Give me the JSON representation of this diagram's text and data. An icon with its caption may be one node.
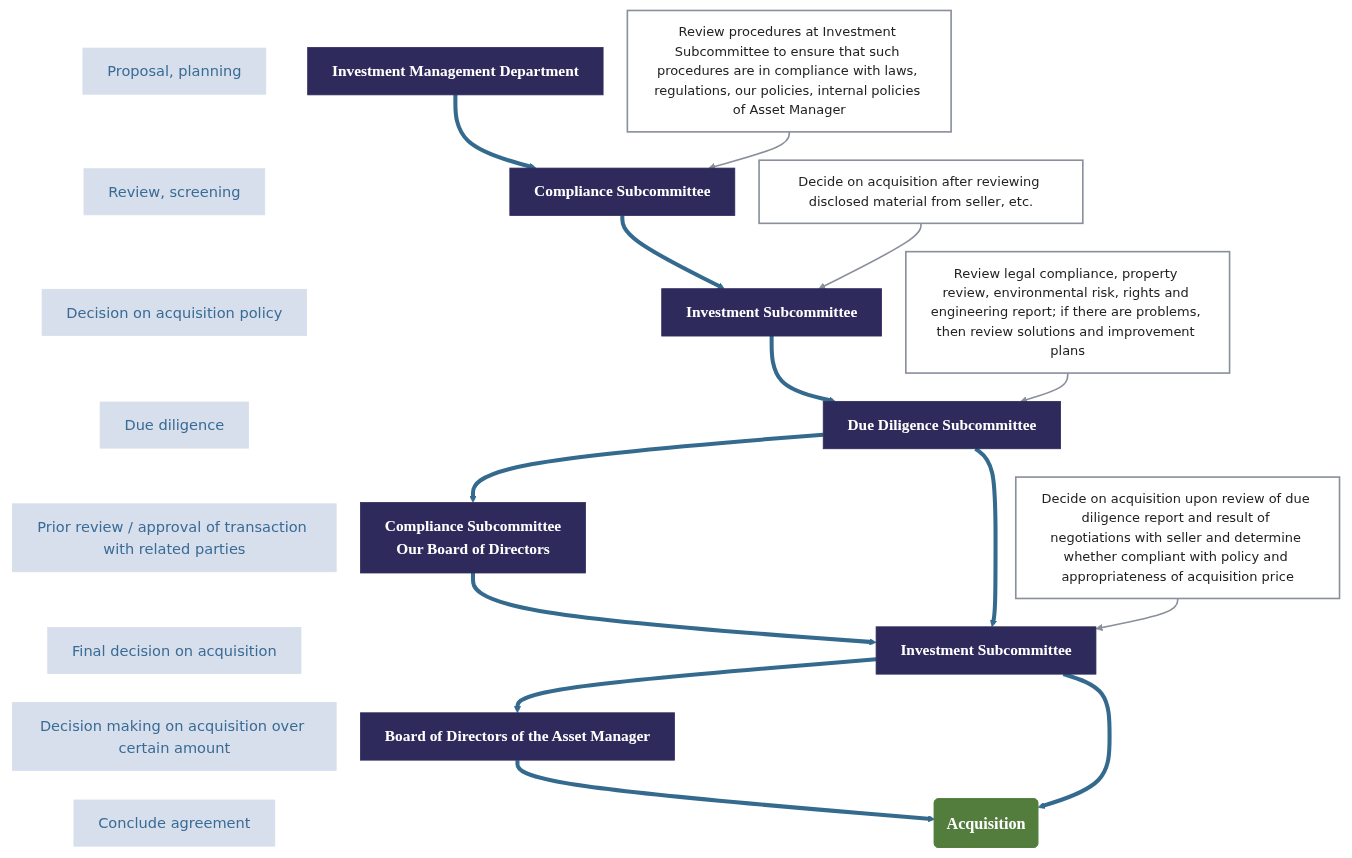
{
  "diagram": {
    "nodes": [
      {
        "text": [
          "Proposal, planning"
        ]
      },
      {
        "text": [
          "Investment Management Department"
        ]
      },
      {
        "text": [
          "Review procedures at Investment Subcommittee to ensure that such procedures are in compliance with laws, regulations, our policies, internal policies of Asset Manager"
        ]
      },
      {
        "text": [
          "Review, screening"
        ]
      },
      {
        "text": [
          "Compliance Subcommittee"
        ]
      },
      {
        "text": [
          "Decision on acquisition policy"
        ]
      },
      {
        "text": [
          "Investment Subcommittee"
        ]
      },
      {
        "text": [
          "Decide on acquisition after reviewing disclosed material from seller, etc."
        ]
      },
      {
        "text": [
          "Due diligence"
        ]
      },
      {
        "text": [
          "Due Diligence Subcommittee"
        ]
      },
      {
        "text": [
          "Review legal compliance, property review, environmental risk, rights and engineering report; if there are problems, then review solutions and improvement plans"
        ]
      },
      {
        "text": [
          "Prior review / approval of transaction with related parties"
        ]
      },
      {
        "text": [
          "Compliance Subcommittee",
          "Our Board of Directors"
        ]
      },
      {
        "text": [
          "Final decision on acquisition"
        ]
      },
      {
        "text": [
          "Investment Subcommittee"
        ]
      },
      {
        "text": [
          "Decide on acquisition upon review of due diligence report and result of negotiations with seller and determine whether compliant with policy and appropriateness of acquisition price"
        ]
      },
      {
        "text": [
          "Decision making on acquisition over certain amount"
        ]
      },
      {
        "text": [
          "Board of Directors of the Asset Manager"
        ]
      },
      {
        "text": [
          "Conclude agreement"
        ]
      },
      {
        "text": [
          "Acquisition"
        ]
      }
    ],
    "edges": [
      {
        "from": 1,
        "to": 4,
        "arrow": "to"
      },
      {
        "from": 4,
        "to": 6,
        "arrow": "to"
      },
      {
        "from": 6,
        "to": 9,
        "arrow": "to"
      },
      {
        "from": 9,
        "to": 12,
        "arrow": "to"
      },
      {
        "from": 12,
        "to": 14,
        "arrow": "to"
      },
      {
        "from": 14,
        "to": 17,
        "arrow": "to"
      },
      {
        "from": 17,
        "to": 19,
        "arrow": "to"
      },
      {
        "from": 9,
        "to": 14,
        "arrow": "to"
      },
      {
        "from": 14,
        "to": 19,
        "arrow": "to"
      },
      {
        "from": 2,
        "to": 4,
        "arrow": "to",
        "color": "#8a8f9c"
      },
      {
        "from": 7,
        "to": 6,
        "arrow": "to",
        "color": "#8a8f9c"
      },
      {
        "from": 10,
        "to": 9,
        "arrow": "to",
        "color": "#8a8f9c"
      },
      {
        "from": 15,
        "to": 14,
        "arrow": "to",
        "color": "#8a8f9c"
      }
    ]
  }
}
